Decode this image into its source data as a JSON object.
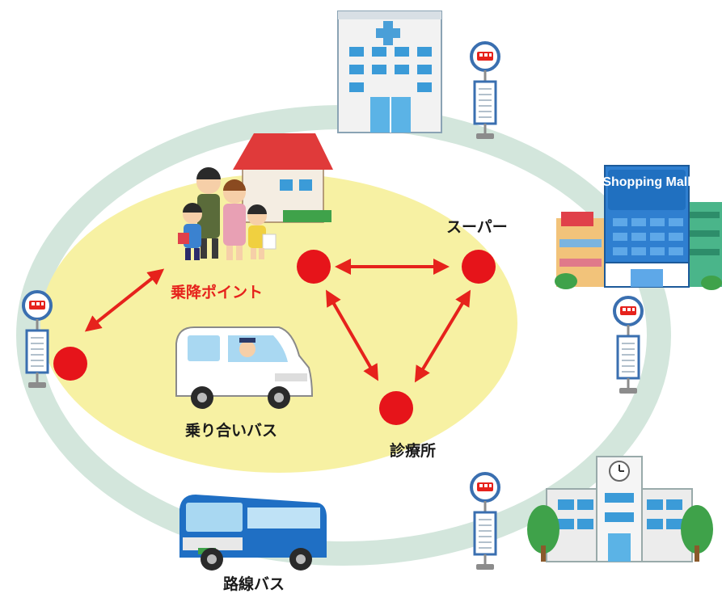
{
  "labels": {
    "pickup_point": "乗降ポイント",
    "supermarket": "スーパー",
    "clinic": "診療所",
    "shared_bus": "乗り合いバス",
    "route_bus": "路線バス"
  },
  "shopping_mall_sign": "Shopping Mall",
  "colors": {
    "ring": "#d3e6dc",
    "service_area": "#f7f1a3",
    "stop_dot": "#e6141a",
    "arrow": "#e6221c",
    "hospital": "#4a9fd8",
    "bus_blue": "#1f6fc4",
    "house_roof": "#e03a3a"
  },
  "icons": [
    "hospital-icon",
    "bus-stop-icon",
    "shopping-mall-icon",
    "school-icon",
    "house-icon",
    "family-icon",
    "van-icon",
    "route-bus-icon"
  ]
}
